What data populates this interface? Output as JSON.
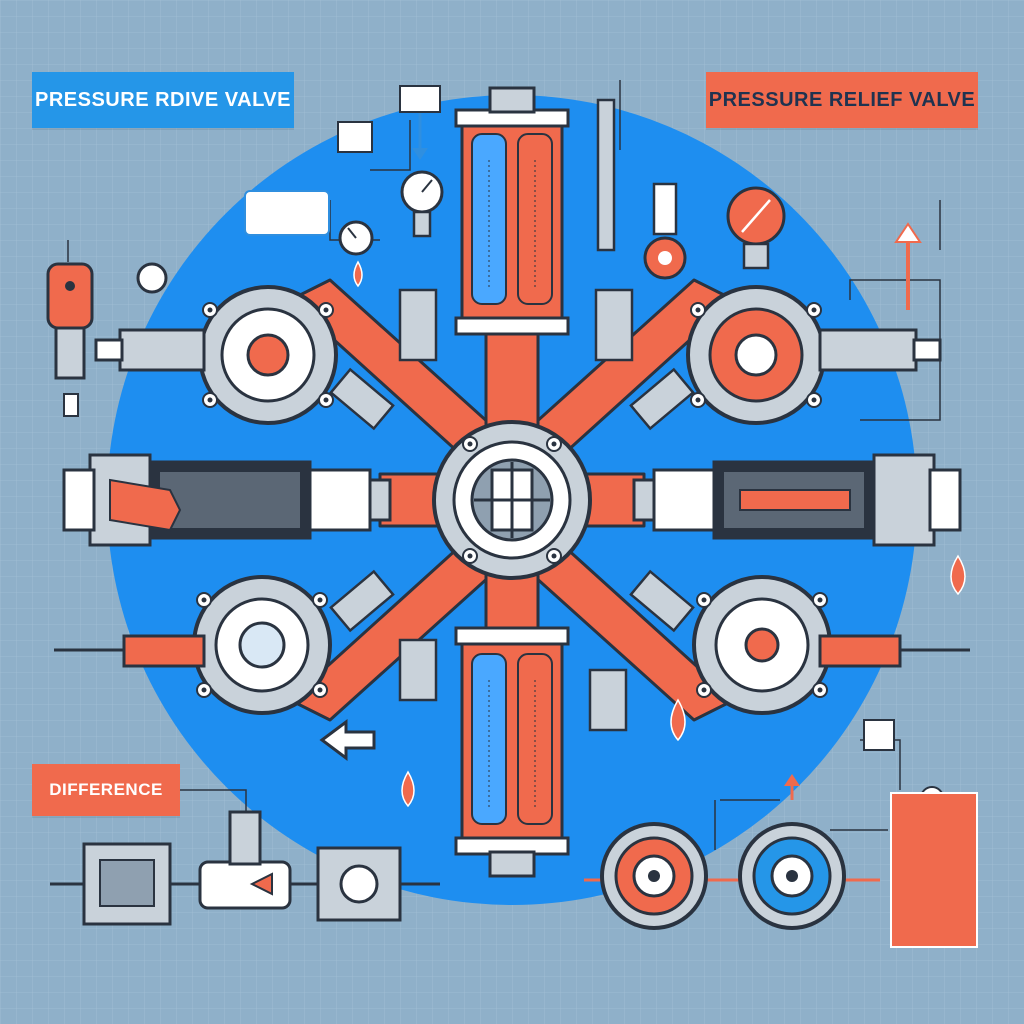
{
  "titles": {
    "top_left": "PRESSURE RDIVE VALVE",
    "top_right": "PRESSURE RELIEF VALVE",
    "bottom_left": "DIFFERENCE"
  },
  "colors": {
    "background": "#8fb0c9",
    "hub_blue": "#1e8ef0",
    "accent_orange": "#f06a4d",
    "label_blue": "#2596e8",
    "steel": "#c9d2da",
    "outline": "#2a3340",
    "white": "#ffffff"
  },
  "icons": [
    "gauge-icon",
    "pressure-gauge-icon",
    "arrow-down-icon",
    "arrow-up-icon",
    "arrow-left-icon",
    "droplet-icon",
    "thermometer-icon",
    "warning-icon"
  ]
}
